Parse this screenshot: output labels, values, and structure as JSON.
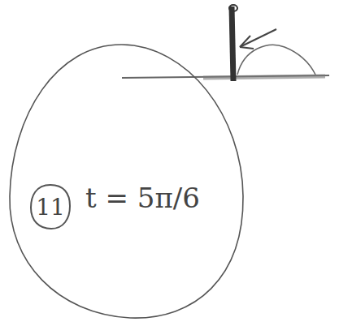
{
  "diagram": {
    "nodes": [
      {
        "text": [
          "t = 5π/6"
        ]
      },
      {
        "text": [
          "11"
        ],
        "in": 0
      }
    ]
  }
}
